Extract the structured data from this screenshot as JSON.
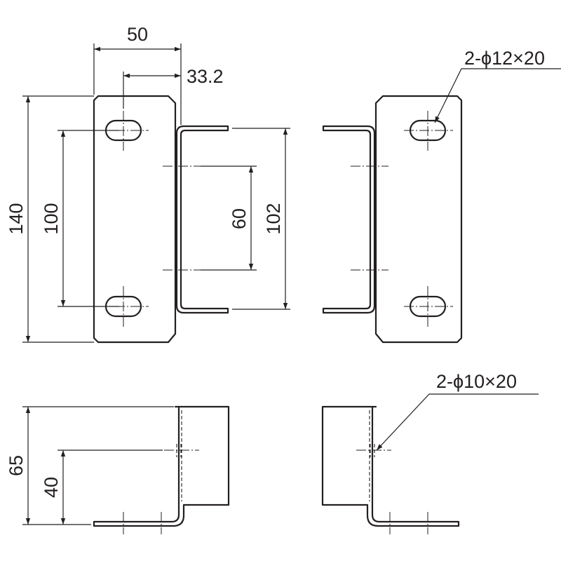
{
  "dimensions": {
    "width_total": "50",
    "offset": "33.2",
    "height_total": "140",
    "hole_pitch": "100",
    "inner_pitch": "60",
    "bracket_height": "102",
    "side_height": "65",
    "hole_height": "40"
  },
  "callouts": {
    "slot_spec": "2-ϕ12×20",
    "hole_spec": "2-ϕ10×20"
  }
}
